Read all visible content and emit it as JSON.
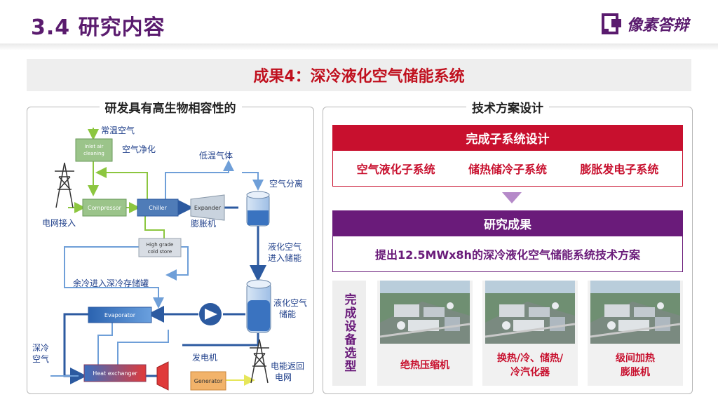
{
  "header": {
    "title": "3.4 研究内容",
    "logo_text": "像素答辩",
    "accent_color": "#5a1b6e"
  },
  "banner": {
    "text": "成果4：深冷液化空气储能系统"
  },
  "left_panel": {
    "title": "研发具有高生物相容性的",
    "diagram": {
      "labels": {
        "ambient_air": "常温空气",
        "air_purification": "空气净化",
        "low_temp_gas": "低温气体",
        "air_separation": "空气分离",
        "grid_input": "电网接入",
        "expander_cn": "膨胀机",
        "liquid_air_storage": "液化空气\n进入储能",
        "cold_to_storage": "余冷进入深冷存储罐",
        "liquid_air_stored": "液化空气\n储能",
        "cryo_air": "深冷\n空气",
        "generator_cn": "发电机",
        "power_return": "电能返回\n电网"
      },
      "components": {
        "inlet": "Inlet air\ncleaning",
        "compressor": "Compressor",
        "chiller": "Chiller",
        "expander": "Expander",
        "cold_store": "High grade\ncold store",
        "evaporator": "Evaporator",
        "heat_exchanger": "Heat exchanger",
        "generator": "Generator"
      }
    }
  },
  "right_panel": {
    "title": "技术方案设计",
    "subsystems": {
      "header": "完成子系统设计",
      "items": [
        "空气液化子系统",
        "储热储冷子系统",
        "膨胀发电子系统"
      ],
      "color": "#c8102e"
    },
    "results": {
      "header": "研究成果",
      "text": "提出12.5MWx8h的深冷液化空气储能系统技术方案",
      "color": "#6a1b7a"
    },
    "equipment": {
      "label": "完成设备选型",
      "cards": [
        {
          "label": "绝热压缩机"
        },
        {
          "label": "换热/冷、储热/\n冷汽化器"
        },
        {
          "label": "级间加热\n膨胀机"
        }
      ]
    }
  }
}
